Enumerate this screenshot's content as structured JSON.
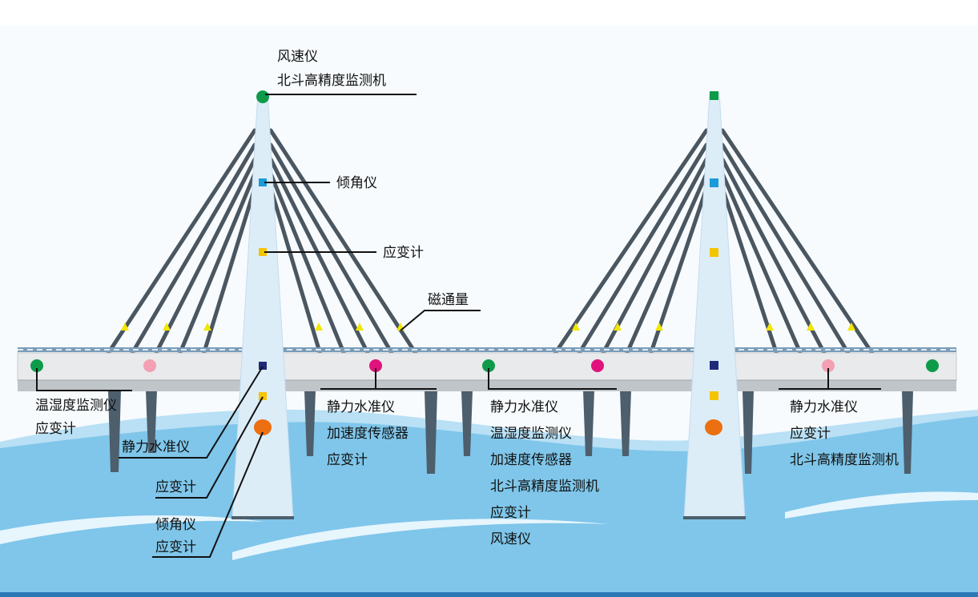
{
  "colors": {
    "sky": "#f7fbfe",
    "water": "#7fc6ea",
    "water_light": "#b9e0f5",
    "water_bottom": "#2b78b5",
    "tower": "#dcedf8",
    "deck": "#e8eaeb",
    "deck_rail": "#7a9cb8",
    "cable": "#4a5660",
    "pier": "#4d5e6c",
    "label_line": "#111111",
    "green_sensor": "#0d9b4a",
    "blue_sensor": "#1a9bd8",
    "yellow_sensor": "#f5c400",
    "navy_sensor": "#1f2a7a",
    "orange_sensor": "#ec6f12",
    "pink_sensor": "#f4a0b4",
    "magenta_sensor": "#e0127c",
    "triangle_marker": "#f2e600"
  },
  "labels": {
    "tower_top": [
      "风速仪",
      "北斗高精度监测机"
    ],
    "tower_tilt": "倾角仪",
    "tower_strain": "应变计",
    "cable_flux": "磁通量",
    "deck_left": [
      "温湿度监测仪",
      "应变计"
    ],
    "tower_base_level": "静力水准仪",
    "tower_base_strain": "应变计",
    "tower_base_bottom": [
      "倾角仪",
      "应变计"
    ],
    "deck_center_left": [
      "静力水准仪",
      "加速度传感器",
      "应变计"
    ],
    "deck_center": [
      "静力水准仪",
      "温湿度监测仪",
      "加速度传感器",
      "北斗高精度监测机",
      "应变计",
      "风速仪"
    ],
    "deck_right": [
      "静力水准仪",
      "应变计",
      "北斗高精度监测机"
    ]
  }
}
